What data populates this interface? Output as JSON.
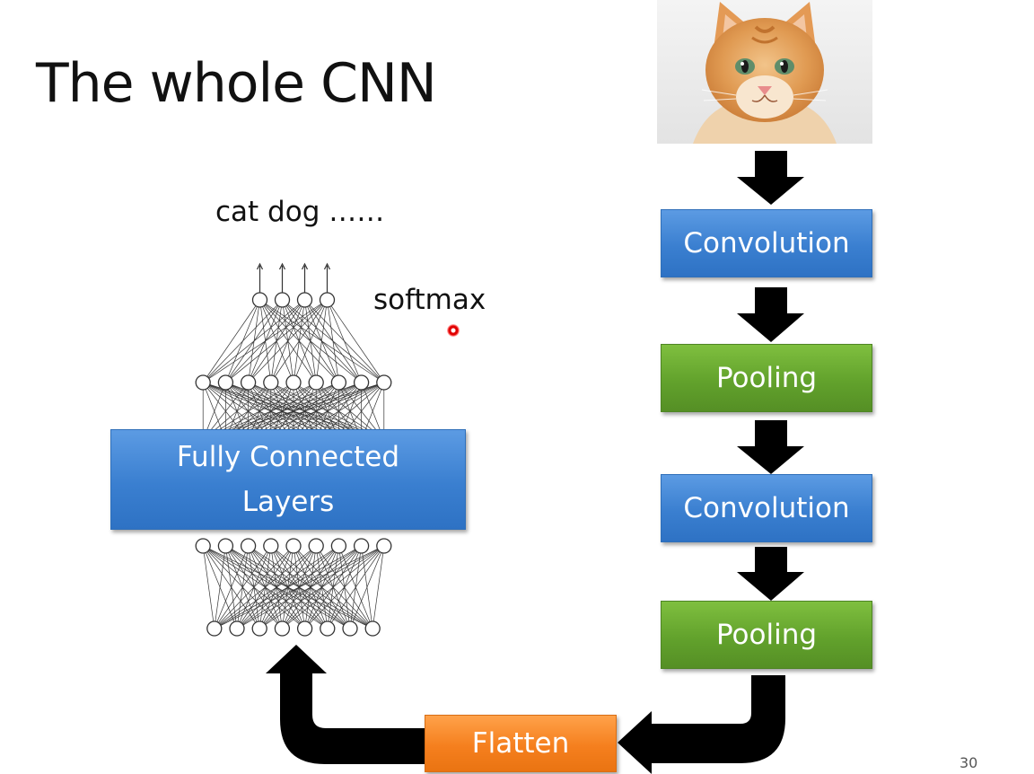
{
  "slide": {
    "title": "The whole CNN",
    "output_labels": "cat dog ……",
    "softmax_label": "softmax",
    "page_number": "30"
  },
  "blocks": {
    "conv1": "Convolution",
    "pool1": "Pooling",
    "conv2": "Convolution",
    "pool2": "Pooling",
    "flatten": "Flatten",
    "fully_connected_line1": "Fully Connected",
    "fully_connected_line2": "Layers"
  },
  "colors": {
    "convolution": "#3a7fd0",
    "pooling": "#62a22c",
    "flatten": "#f57f1e",
    "fully_connected": "#3a7fd0",
    "arrows": "#000000",
    "pointer": "#e00000"
  },
  "image": {
    "subject": "orange-kitten-photo"
  },
  "network": {
    "output_neurons": 4,
    "hidden_top_neurons": 9,
    "hidden_bottom_neurons": 9,
    "input_neurons": 8
  }
}
